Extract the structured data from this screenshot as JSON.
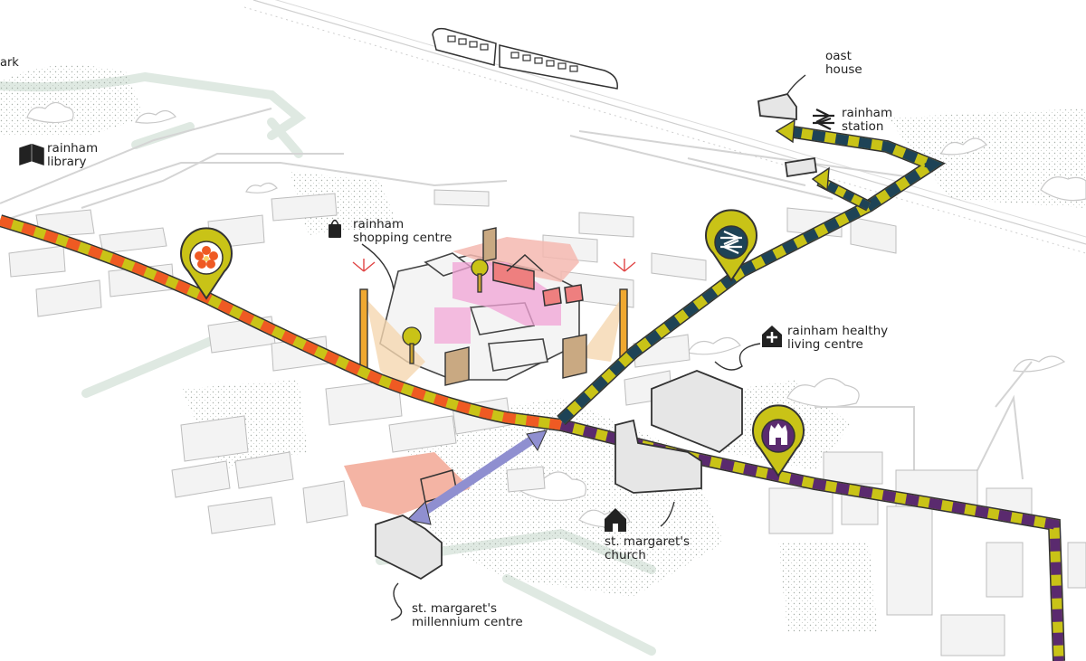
{
  "colors": {
    "route_yellow": "#c9c317",
    "route_orange": "#ef5a23",
    "route_purple": "#5a2a6e",
    "route_navy": "#1e4356",
    "pin_fill": "#c9c317",
    "pink_zone": "#f2a3d6",
    "salmon_zone": "#f4b4a4",
    "beam": "#f5d7b0",
    "lavender_arrow": "#8f8fd0",
    "building_grey": "#e9e9e9",
    "green_space": "#dfe9e2"
  },
  "labels": {
    "park": "ark",
    "library_line1": "rainham",
    "library_line2": "library",
    "shopping_line1": "rainham",
    "shopping_line2": "shopping centre",
    "oast_line1": "oast",
    "oast_line2": "house",
    "station_line1": "rainham",
    "station_line2": "station",
    "healthy_line1": "rainham healthy",
    "healthy_line2": "living centre",
    "church_line1": "st. margaret's",
    "church_line2": "church",
    "millennium_line1": "st. margaret's",
    "millennium_line2": "millennium centre"
  },
  "icons": {
    "library": "book-icon",
    "shopping": "shopping-bag-icon",
    "oast": "oast-house-icon",
    "station": "rail-icon",
    "healthy": "health-house-icon",
    "church": "church-icon",
    "pin_culture": "flower-icon",
    "pin_station": "rail-icon",
    "pin_education": "school-icon"
  }
}
